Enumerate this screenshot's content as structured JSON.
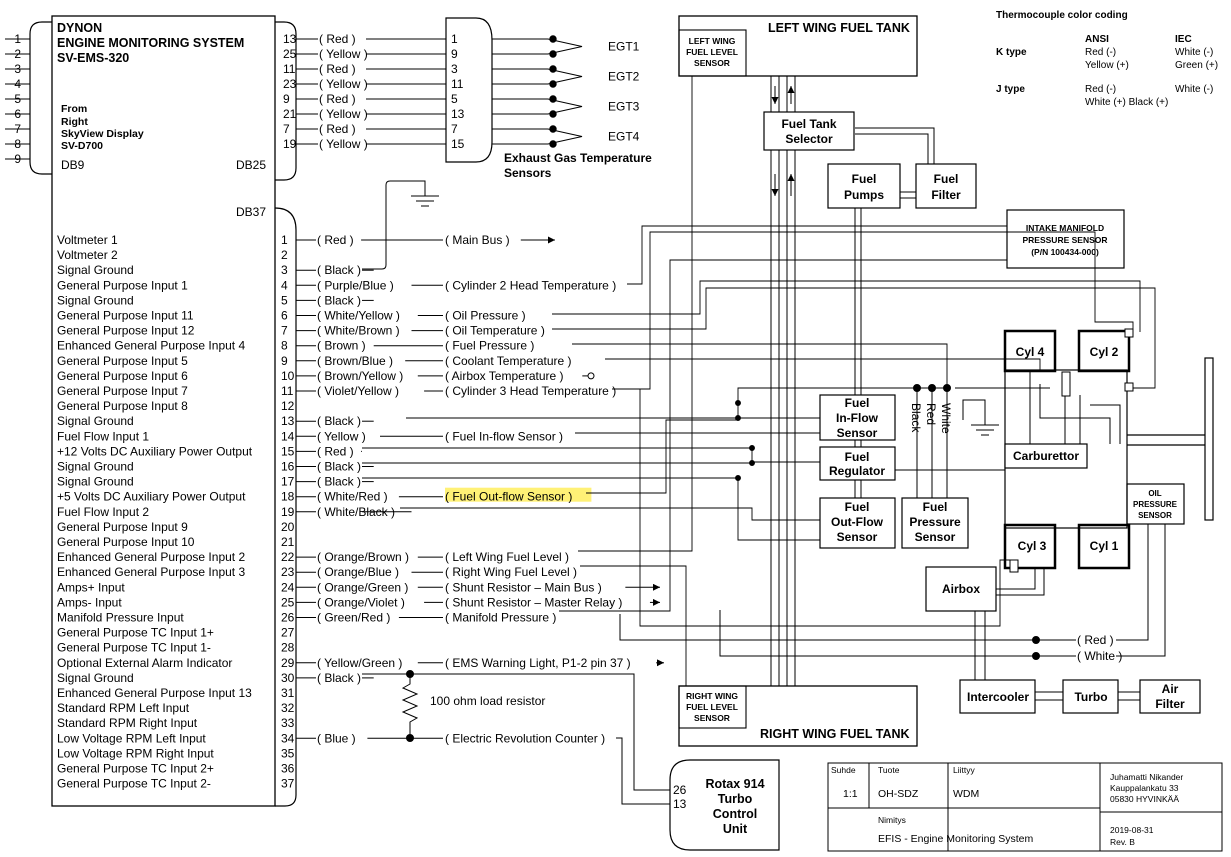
{
  "ems": {
    "title1": "DYNON",
    "title2": "ENGINE MONITORING SYSTEM",
    "title3": "SV-EMS-320",
    "from": [
      "From",
      "Right",
      "SkyView Display",
      "SV-D700"
    ],
    "db9": "DB9",
    "db25": "DB25",
    "db37": "DB37"
  },
  "db9_pins": [
    "1",
    "2",
    "3",
    "4",
    "5",
    "6",
    "7",
    "8",
    "9"
  ],
  "db25_pins": [
    {
      "pin": "13",
      "wire": "( Red )",
      "egt_pin": "1"
    },
    {
      "pin": "25",
      "wire": "( Yellow )",
      "egt_pin": "9"
    },
    {
      "pin": "11",
      "wire": "( Red )",
      "egt_pin": "3"
    },
    {
      "pin": "23",
      "wire": "( Yellow )",
      "egt_pin": "11"
    },
    {
      "pin": "9",
      "wire": "( Red )",
      "egt_pin": "5"
    },
    {
      "pin": "21",
      "wire": "( Yellow )",
      "egt_pin": "13"
    },
    {
      "pin": "7",
      "wire": "( Red )",
      "egt_pin": "7"
    },
    {
      "pin": "19",
      "wire": "( Yellow )",
      "egt_pin": "15"
    }
  ],
  "egt_labels": [
    "EGT1",
    "EGT2",
    "EGT3",
    "EGT4"
  ],
  "egt_caption": [
    "Exhaust Gas Temperature",
    "Sensors"
  ],
  "db37_rows": [
    {
      "label": "Voltmeter 1",
      "pin": "1",
      "wire": "( Red )",
      "dest": "( Main Bus )"
    },
    {
      "label": "Voltmeter 2",
      "pin": "2",
      "wire": "",
      "dest": ""
    },
    {
      "label": "Signal Ground",
      "pin": "3",
      "wire": "( Black )",
      "dest": ""
    },
    {
      "label": "General Purpose Input 1",
      "pin": "4",
      "wire": "( Purple/Blue )",
      "dest": "( Cylinder 2 Head Temperature )"
    },
    {
      "label": "Signal Ground",
      "pin": "5",
      "wire": "( Black )",
      "dest": ""
    },
    {
      "label": "General Purpose Input 11",
      "pin": "6",
      "wire": "( White/Yellow )",
      "dest": "( Oil Pressure )"
    },
    {
      "label": "General Purpose Input 12",
      "pin": "7",
      "wire": "( White/Brown )",
      "dest": "( Oil Temperature )"
    },
    {
      "label": "Enhanced General Purpose Input 4",
      "pin": "8",
      "wire": "( Brown )",
      "dest": "( Fuel Pressure )"
    },
    {
      "label": "General Purpose Input 5",
      "pin": "9",
      "wire": "( Brown/Blue )",
      "dest": "( Coolant Temperature )"
    },
    {
      "label": "General Purpose Input 6",
      "pin": "10",
      "wire": "( Brown/Yellow )",
      "dest": "( Airbox Temperature )"
    },
    {
      "label": "General Purpose Input 7",
      "pin": "11",
      "wire": "( Violet/Yellow )",
      "dest": "( Cylinder 3 Head Temperature )"
    },
    {
      "label": "General Purpose Input 8",
      "pin": "12",
      "wire": "",
      "dest": ""
    },
    {
      "label": "Signal Ground",
      "pin": "13",
      "wire": "( Black )",
      "dest": ""
    },
    {
      "label": "Fuel Flow Input 1",
      "pin": "14",
      "wire": "( Yellow )",
      "dest": "( Fuel In-flow Sensor )"
    },
    {
      "label": "+12 Volts DC Auxiliary Power Output",
      "pin": "15",
      "wire": "( Red )",
      "dest": ""
    },
    {
      "label": "Signal Ground",
      "pin": "16",
      "wire": "( Black )",
      "dest": ""
    },
    {
      "label": "Signal Ground",
      "pin": "17",
      "wire": "( Black )",
      "dest": ""
    },
    {
      "label": "+5 Volts DC Auxiliary Power Output",
      "pin": "18",
      "wire": "( White/Red )",
      "dest": "( Fuel Out-flow Sensor )"
    },
    {
      "label": "Fuel Flow Input 2",
      "pin": "19",
      "wire": "( White/Black )",
      "dest": ""
    },
    {
      "label": "General Purpose Input 9",
      "pin": "20",
      "wire": "",
      "dest": ""
    },
    {
      "label": "General Purpose Input 10",
      "pin": "21",
      "wire": "",
      "dest": ""
    },
    {
      "label": "Enhanced General Purpose Input 2",
      "pin": "22",
      "wire": "( Orange/Brown )",
      "dest": "( Left Wing Fuel Level )"
    },
    {
      "label": "Enhanced General Purpose Input 3",
      "pin": "23",
      "wire": "( Orange/Blue )",
      "dest": "( Right Wing Fuel Level )"
    },
    {
      "label": "Amps+ Input",
      "pin": "24",
      "wire": "( Orange/Green )",
      "dest": "( Shunt Resistor – Main Bus )"
    },
    {
      "label": "Amps- Input",
      "pin": "25",
      "wire": "( Orange/Violet )",
      "dest": "( Shunt Resistor – Master Relay )"
    },
    {
      "label": "Manifold Pressure Input",
      "pin": "26",
      "wire": "( Green/Red )",
      "dest": "( Manifold Pressure )"
    },
    {
      "label": "General Purpose TC Input 1+",
      "pin": "27",
      "wire": "",
      "dest": ""
    },
    {
      "label": "General Purpose TC Input 1-",
      "pin": "28",
      "wire": "",
      "dest": ""
    },
    {
      "label": "Optional External Alarm Indicator",
      "pin": "29",
      "wire": "( Yellow/Green )",
      "dest": "( EMS Warning Light, P1-2 pin 37 )"
    },
    {
      "label": "Signal Ground",
      "pin": "30",
      "wire": "( Black )",
      "dest": ""
    },
    {
      "label": "Enhanced General Purpose Input 13",
      "pin": "31",
      "wire": "",
      "dest": ""
    },
    {
      "label": "Standard RPM Left Input",
      "pin": "32",
      "wire": "",
      "dest": ""
    },
    {
      "label": "Standard RPM Right Input",
      "pin": "33",
      "wire": "",
      "dest": ""
    },
    {
      "label": "Low Voltage RPM Left Input",
      "pin": "34",
      "wire": "( Blue )",
      "dest": "( Electric Revolution Counter )"
    },
    {
      "label": "Low Voltage RPM Right Input",
      "pin": "35",
      "wire": "",
      "dest": ""
    },
    {
      "label": "General Purpose TC Input 2+",
      "pin": "36",
      "wire": "",
      "dest": ""
    },
    {
      "label": "General Purpose TC Input 2-",
      "pin": "37",
      "wire": "",
      "dest": ""
    }
  ],
  "resistor_label": "100 ohm load resistor",
  "rotax": {
    "title": [
      "Rotax 914",
      "Turbo",
      "Control",
      "Unit"
    ],
    "pins": [
      "26",
      "13"
    ]
  },
  "left_tank": {
    "title": "LEFT WING FUEL TANK",
    "sensor": [
      "LEFT WING",
      "FUEL LEVEL",
      "SENSOR"
    ]
  },
  "right_tank": {
    "title": "RIGHT WING FUEL TANK",
    "sensor": [
      "RIGHT WING",
      "FUEL LEVEL",
      "SENSOR"
    ]
  },
  "components": {
    "selector": [
      "Fuel Tank",
      "Selector"
    ],
    "pumps": [
      "Fuel",
      "Pumps"
    ],
    "filter": [
      "Fuel",
      "Filter"
    ],
    "inflow": [
      "Fuel",
      "In-Flow",
      "Sensor"
    ],
    "regulator": [
      "Fuel",
      "Regulator"
    ],
    "outflow": [
      "Fuel",
      "Out-Flow",
      "Sensor"
    ],
    "pressure": [
      "Fuel",
      "Pressure",
      "Sensor"
    ],
    "airbox": "Airbox",
    "carburettor": "Carburettor",
    "intercooler": "Intercooler",
    "turbo": "Turbo",
    "airfilter": [
      "Air",
      "Filter"
    ],
    "map_sensor": [
      "INTAKE MANIFOLD",
      "PRESSURE SENSOR",
      "(P/N 100434-000)"
    ],
    "oil_sensor": [
      "OIL",
      "PRESSURE",
      "SENSOR"
    ],
    "cyl": [
      "Cyl 4",
      "Cyl 2",
      "Cyl 3",
      "Cyl 1"
    ],
    "vertical_wires": [
      "Black",
      "Red",
      "White"
    ],
    "right_wires": [
      "( Red )",
      "( White )"
    ]
  },
  "thermo": {
    "title": "Thermocouple color coding",
    "ansi": "ANSI",
    "iec": "IEC",
    "k": "K type",
    "k_ansi": [
      "Red (-)",
      "Yellow (+)"
    ],
    "k_iec": [
      "White (-)",
      "Green (+)"
    ],
    "j": "J type",
    "j_ansi": [
      "Red (-)",
      "White (+) Black (+)"
    ],
    "j_iec": [
      "White (-)"
    ]
  },
  "titleblock": {
    "suhde_h": "Suhde",
    "suhde": "1:1",
    "tuote_h": "Tuote",
    "tuote": "OH-SDZ",
    "liitty_h": "Liittyy",
    "liitty": "WDM",
    "addr": [
      "Juhamatti Nikander",
      "Kauppalankatu 33",
      "05830 HYVINKÄÄ"
    ],
    "nimitys_h": "Nimitys",
    "nimitys": "EFIS - Engine Monitoring System",
    "date": "2019-08-31",
    "rev": "Rev. B"
  },
  "highlight_color": "#fff176"
}
